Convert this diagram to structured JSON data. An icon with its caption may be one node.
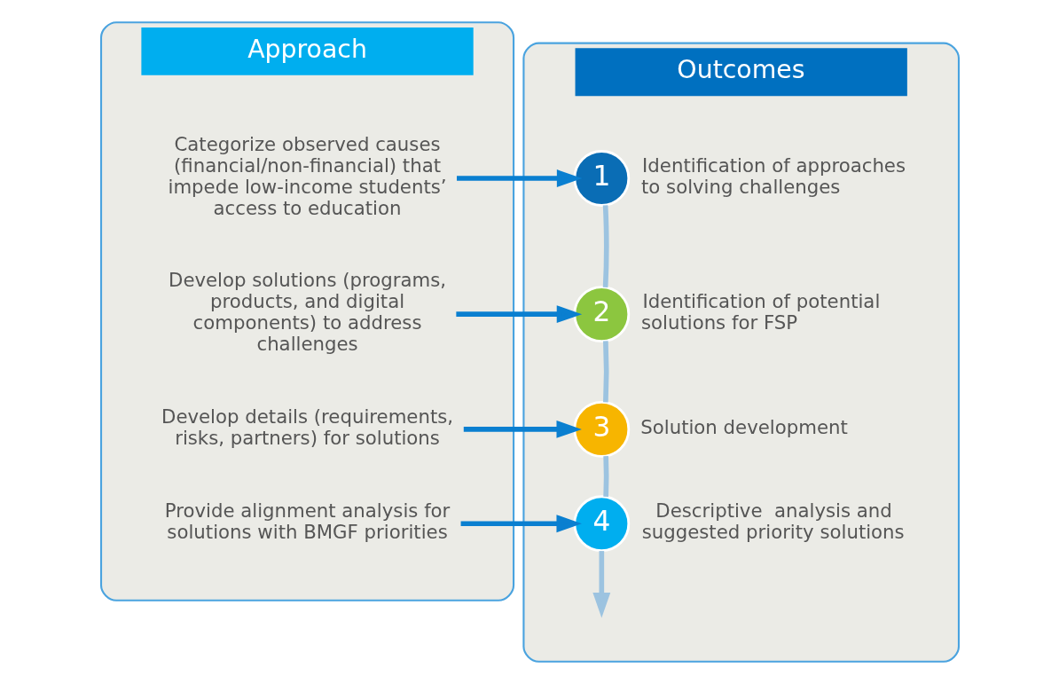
{
  "diagram": {
    "nodes": [
      {
        "text": [
          "Approach"
        ]
      },
      {
        "text": [
          "Categorize observed causes (financial/non-financial) that impede low-income students’ access to education"
        ],
        "in": 0
      },
      {
        "text": [
          "Develop solutions (programs, products, and digital components) to address challenges"
        ],
        "in": 0
      },
      {
        "text": [
          "Develop details (requirements, risks, partners) for solutions"
        ],
        "in": 0
      },
      {
        "text": [
          "Provide alignment analysis for solutions with BMGF priorities"
        ],
        "in": 0
      },
      {
        "text": [
          "Outcomes"
        ]
      },
      {
        "text": [
          "1"
        ],
        "in": 5,
        "beside": [
          "Identification of approaches to solving challenges"
        ]
      },
      {
        "text": [
          "2"
        ],
        "in": 5,
        "beside": [
          "Identification of potential solutions for FSP"
        ]
      },
      {
        "text": [
          "3"
        ],
        "in": 5,
        "beside": [
          "Solution development"
        ]
      },
      {
        "text": [
          "4"
        ],
        "in": 5,
        "beside": [
          "Descriptive  analysis and suggested priority solutions"
        ]
      }
    ],
    "edges": [
      {
        "from": 1,
        "to": 6,
        "arrow": "to"
      },
      {
        "from": 2,
        "to": 7,
        "arrow": "to"
      },
      {
        "from": 3,
        "to": 8,
        "arrow": "to"
      },
      {
        "from": 4,
        "to": 9,
        "arrow": "to"
      },
      {
        "from": 6,
        "to": 7,
        "arrow": "none",
        "color": "#9cc3e0"
      },
      {
        "from": 7,
        "to": 8,
        "arrow": "none",
        "color": "#9cc3e0"
      },
      {
        "from": 8,
        "to": 9,
        "arrow": "none",
        "color": "#9cc3e0"
      },
      {
        "from": 9,
        "to": null,
        "arrow": "to",
        "color": "#9cc3e0"
      }
    ]
  }
}
